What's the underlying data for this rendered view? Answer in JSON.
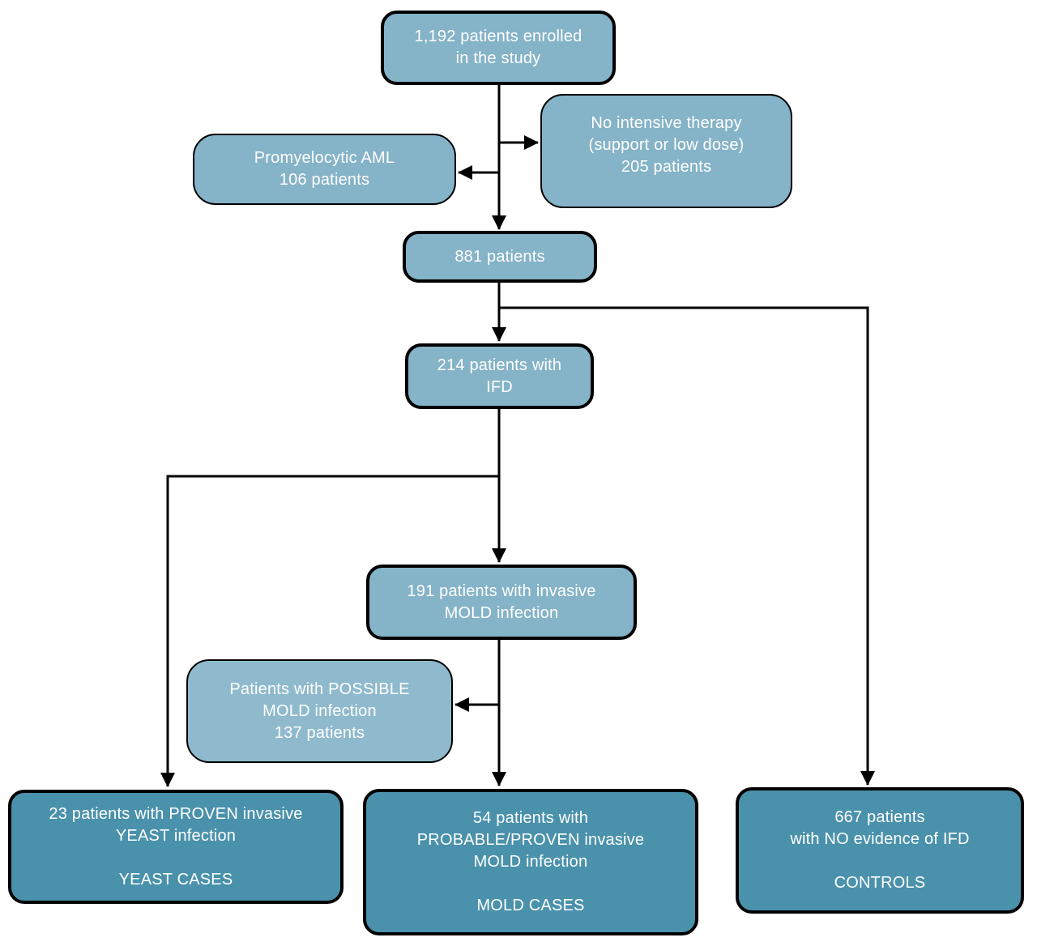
{
  "colors": {
    "box_fill_light": "#85b3c8",
    "box_fill_lighter": "#8fbacd",
    "box_fill_dark": "#4a91ac",
    "box_border": "#000000",
    "connector": "#000000",
    "box_text": "#ffffff",
    "background": "#ffffff"
  },
  "diagram": {
    "type": "patient-flow-chart",
    "boxes": {
      "enrolled": {
        "lines": [
          "1,192 patients enrolled",
          "in the study"
        ]
      },
      "no_intensive": {
        "lines": [
          "No intensive therapy",
          "(support or low dose)",
          "205 patients"
        ]
      },
      "promyelocytic": {
        "lines": [
          "Promyelocytic AML",
          "106 patients"
        ]
      },
      "patients_881": {
        "lines": [
          "881 patients"
        ]
      },
      "patients_214": {
        "lines": [
          "214 patients with",
          "IFD"
        ]
      },
      "patients_191": {
        "lines": [
          "191 patients with invasive",
          "MOLD infection"
        ]
      },
      "possible_mold": {
        "lines": [
          "Patients with POSSIBLE",
          "MOLD infection",
          "137 patients"
        ]
      },
      "yeast": {
        "lines": [
          "23 patients with PROVEN invasive",
          "YEAST infection"
        ],
        "footer": "YEAST CASES"
      },
      "mold": {
        "lines": [
          "54 patients with",
          "PROBABLE/PROVEN invasive",
          "MOLD infection"
        ],
        "footer": "MOLD CASES"
      },
      "controls": {
        "lines": [
          "667 patients",
          "with NO evidence of IFD"
        ],
        "footer": "CONTROLS"
      }
    }
  }
}
